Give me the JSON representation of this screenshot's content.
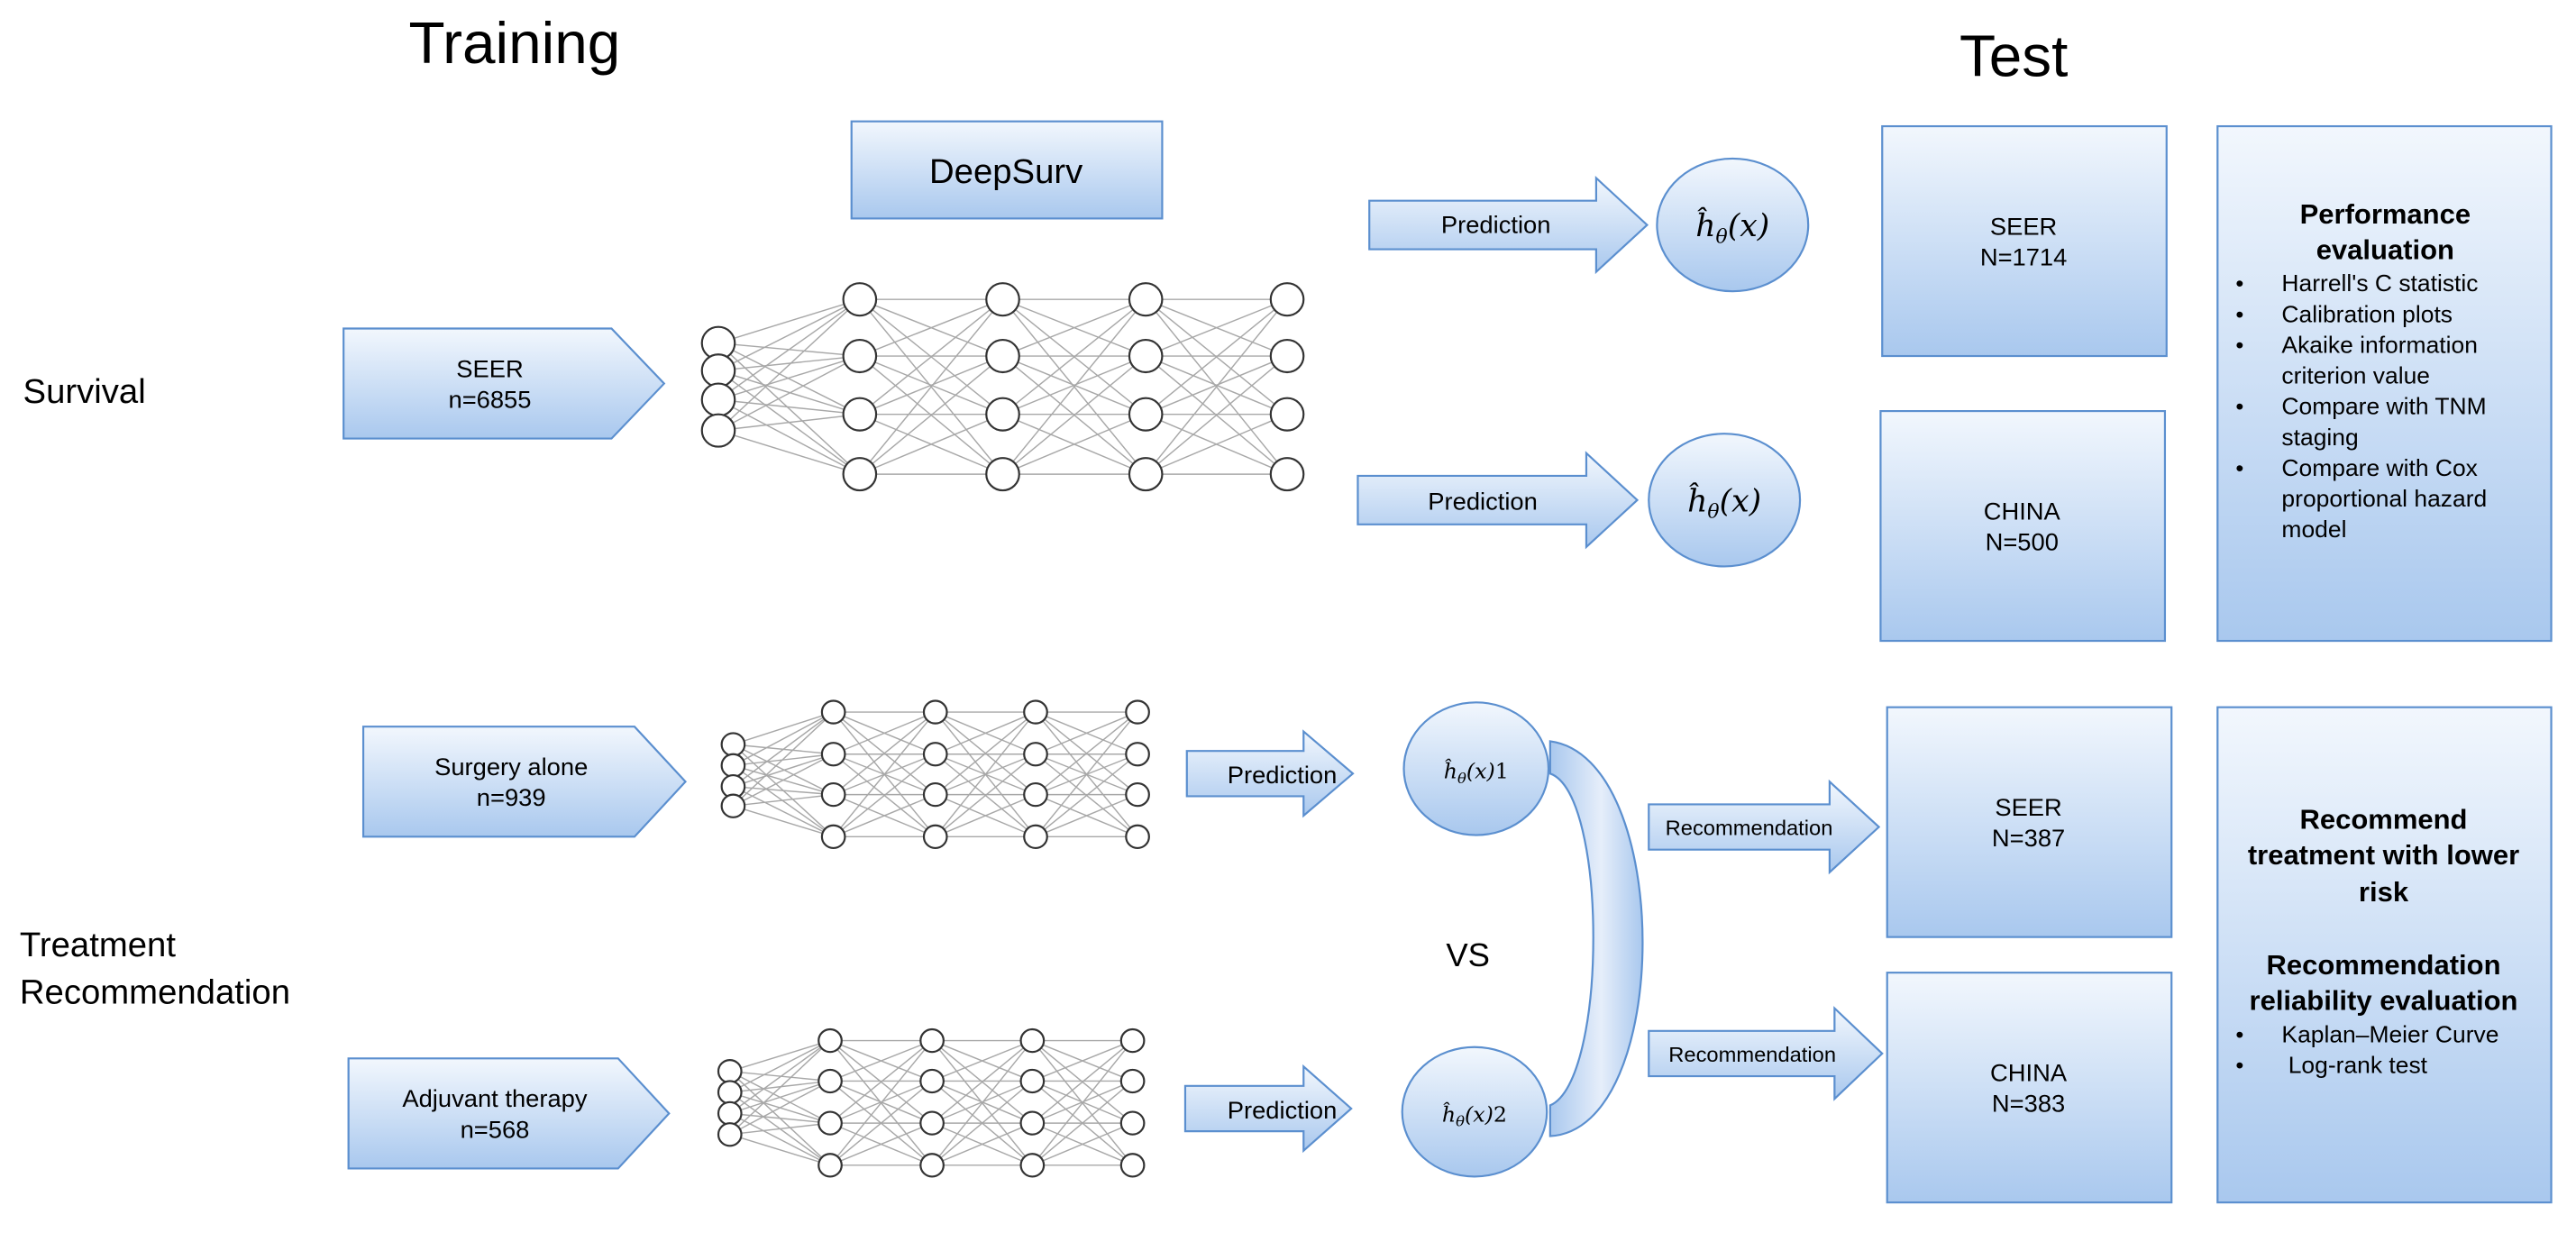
{
  "headers": {
    "training": "Training",
    "test": "Test"
  },
  "rows": {
    "survival": "Survival",
    "treatment_line1": "Treatment",
    "treatment_line2": "Recommendation"
  },
  "model": {
    "name": "DeepSurv"
  },
  "inputs": [
    {
      "line1": "SEER",
      "line2": "n=6855"
    },
    {
      "line1": "Surgery alone",
      "line2": "n=939"
    },
    {
      "line1": "Adjuvant therapy",
      "line2": "n=568"
    }
  ],
  "predictions": {
    "label": "Prediction"
  },
  "recommendations": {
    "label": "Recommendation"
  },
  "outputs": {
    "h_base": "ĥ",
    "theta": "θ",
    "arg": "(x)",
    "index1": "1",
    "index2": "2"
  },
  "vs_label": "VS",
  "test_sets": [
    {
      "line1": "SEER",
      "line2": "N=1714"
    },
    {
      "line1": "CHINA",
      "line2": "N=500"
    },
    {
      "line1": "SEER",
      "line2": "N=387"
    },
    {
      "line1": "CHINA",
      "line2": "N=383"
    }
  ],
  "performance": {
    "title_line1": "Performance",
    "title_line2": "evaluation",
    "items": [
      [
        "Harrell's C statistic"
      ],
      [
        "Calibration plots"
      ],
      [
        "Akaike information",
        "criterion value"
      ],
      [
        "Compare with TNM",
        "staging"
      ],
      [
        "Compare with Cox",
        "proportional hazard",
        "model"
      ]
    ]
  },
  "recommend_panel": {
    "title_lines": [
      "Recommend",
      "treatment with lower",
      "risk"
    ],
    "subtitle_lines": [
      "Recommendation",
      "reliability evaluation"
    ],
    "items": [
      "Kaplan–Meier Curve",
      "Log-rank test"
    ]
  },
  "colors": {
    "fill_light": "#f2f7fd",
    "fill_dark": "#a9c8ee",
    "stroke": "#5b8fcf",
    "edge": "#a8a8a8"
  }
}
